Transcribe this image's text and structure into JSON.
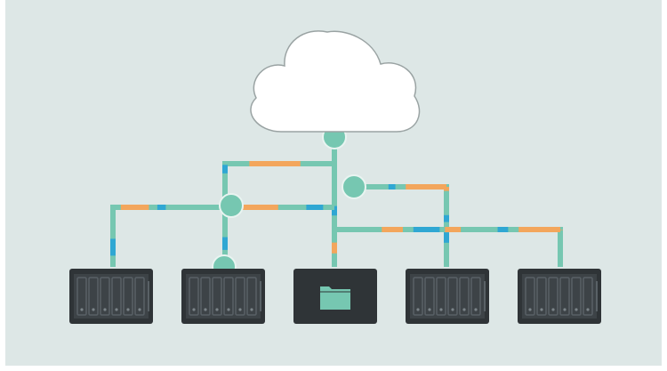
{
  "colors": {
    "background": "#dde7e6",
    "page_edge": "#ffffff",
    "cloud_fill": "#ffffff",
    "cloud_stroke": "#9aa3a3",
    "pipe_teal": "#76c7b1",
    "pipe_orange": "#f3a65c",
    "pipe_blue": "#2fa7d3",
    "node_fill": "#76c7b1",
    "node_stroke": "#e9f4f1",
    "nas_body": "#2f3437",
    "nas_panel": "#3d4347",
    "nas_bay_stroke": "#596166",
    "nas_led": "#7b8489",
    "folder": "#76c7b1"
  },
  "icons": {
    "cloud": "cloud-icon",
    "nas_unit": "nas-server-icon",
    "folder": "folder-icon",
    "junction": "junction-node-icon"
  },
  "nas_units": [
    {
      "id": "nas-1",
      "shows": "drive-bays"
    },
    {
      "id": "nas-2",
      "shows": "drive-bays"
    },
    {
      "id": "nas-3",
      "shows": "folder"
    },
    {
      "id": "nas-4",
      "shows": "drive-bays"
    },
    {
      "id": "nas-5",
      "shows": "drive-bays"
    }
  ]
}
